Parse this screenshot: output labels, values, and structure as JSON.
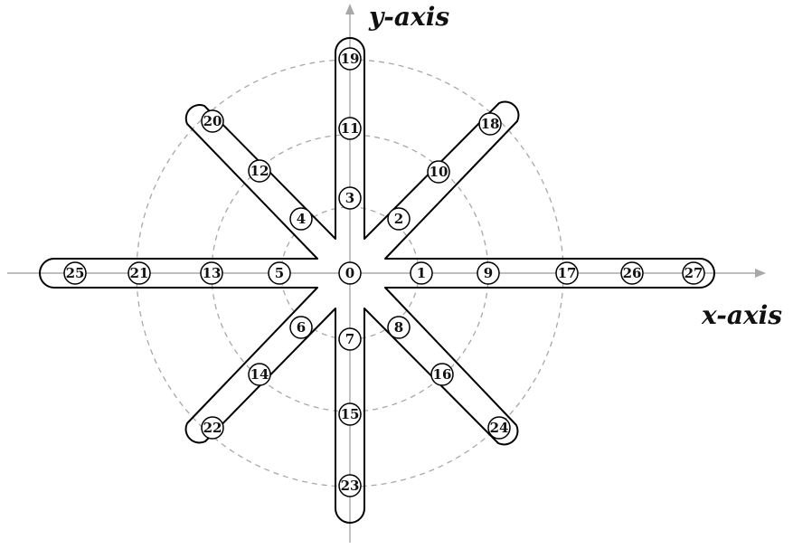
{
  "labels": {
    "x_axis": "x-axis",
    "y_axis": "y-axis"
  },
  "colors": {
    "axis": "#a8a8a8",
    "ring": "#a8a8a8",
    "outline": "#000000",
    "node_fill": "#ffffff"
  },
  "rings": [
    1,
    2,
    3
  ],
  "nodes": [
    {
      "id": "0",
      "ring": 0,
      "dir": "center"
    },
    {
      "id": "1",
      "ring": 1,
      "dir": "E"
    },
    {
      "id": "2",
      "ring": 1,
      "dir": "NE"
    },
    {
      "id": "3",
      "ring": 1,
      "dir": "N"
    },
    {
      "id": "4",
      "ring": 1,
      "dir": "NW"
    },
    {
      "id": "5",
      "ring": 1,
      "dir": "W"
    },
    {
      "id": "6",
      "ring": 1,
      "dir": "SW"
    },
    {
      "id": "7",
      "ring": 1,
      "dir": "S"
    },
    {
      "id": "8",
      "ring": 1,
      "dir": "SE"
    },
    {
      "id": "9",
      "ring": 2,
      "dir": "E"
    },
    {
      "id": "10",
      "ring": 2,
      "dir": "NE"
    },
    {
      "id": "11",
      "ring": 2,
      "dir": "N"
    },
    {
      "id": "12",
      "ring": 2,
      "dir": "NW"
    },
    {
      "id": "13",
      "ring": 2,
      "dir": "W"
    },
    {
      "id": "14",
      "ring": 2,
      "dir": "SW"
    },
    {
      "id": "15",
      "ring": 2,
      "dir": "S"
    },
    {
      "id": "16",
      "ring": 2,
      "dir": "SE"
    },
    {
      "id": "17",
      "ring": 3,
      "dir": "E"
    },
    {
      "id": "18",
      "ring": 3,
      "dir": "NE"
    },
    {
      "id": "19",
      "ring": 3,
      "dir": "N"
    },
    {
      "id": "20",
      "ring": 3,
      "dir": "NW"
    },
    {
      "id": "21",
      "ring": 3,
      "dir": "W"
    },
    {
      "id": "22",
      "ring": 3,
      "dir": "SW"
    },
    {
      "id": "23",
      "ring": 3,
      "dir": "S"
    },
    {
      "id": "24",
      "ring": 3,
      "dir": "SE"
    },
    {
      "id": "25",
      "ring": 4,
      "dir": "W"
    },
    {
      "id": "26",
      "ring": 4,
      "dir": "E"
    },
    {
      "id": "27",
      "ring": 5,
      "dir": "E"
    }
  ]
}
